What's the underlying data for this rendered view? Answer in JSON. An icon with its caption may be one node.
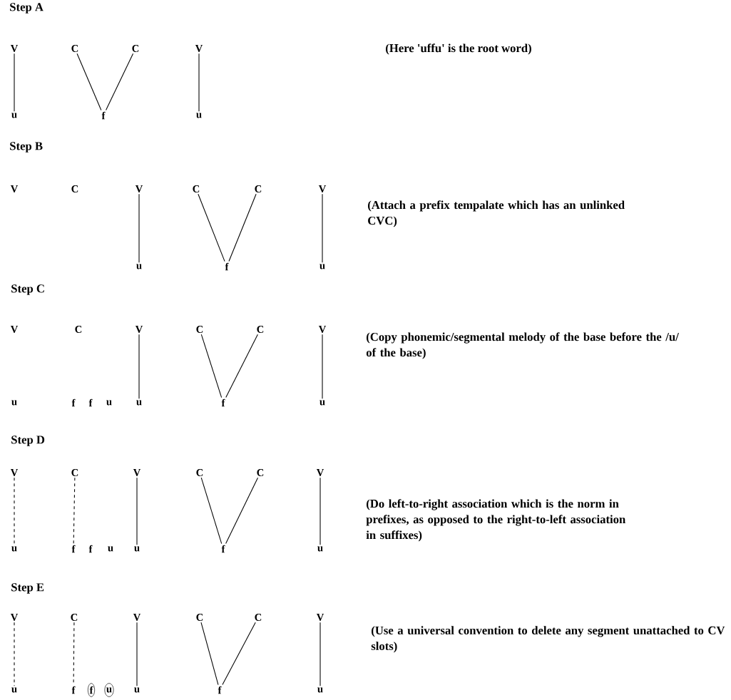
{
  "diagram": {
    "nodes": [
      {
        "text": [
          "V"
        ]
      },
      {
        "text": [
          "u"
        ]
      },
      {
        "text": [
          "C"
        ]
      },
      {
        "text": [
          "C"
        ]
      },
      {
        "text": [
          "f"
        ]
      },
      {
        "text": [
          "V"
        ]
      },
      {
        "text": [
          "u"
        ]
      },
      {
        "text": [
          "V"
        ]
      },
      {
        "text": [
          "C"
        ]
      },
      {
        "text": [
          "V"
        ]
      },
      {
        "text": [
          "u"
        ]
      },
      {
        "text": [
          "C"
        ]
      },
      {
        "text": [
          "C"
        ]
      },
      {
        "text": [
          "f"
        ]
      },
      {
        "text": [
          "V"
        ]
      },
      {
        "text": [
          "u"
        ]
      },
      {
        "text": [
          "V"
        ]
      },
      {
        "text": [
          "u"
        ]
      },
      {
        "text": [
          "C"
        ]
      },
      {
        "text": [
          "f"
        ]
      },
      {
        "text": [
          "f"
        ]
      },
      {
        "text": [
          "u"
        ]
      },
      {
        "text": [
          "V"
        ]
      },
      {
        "text": [
          "u"
        ]
      },
      {
        "text": [
          "C"
        ]
      },
      {
        "text": [
          "C"
        ]
      },
      {
        "text": [
          "f"
        ]
      },
      {
        "text": [
          "V"
        ]
      },
      {
        "text": [
          "u"
        ]
      },
      {
        "text": [
          "V"
        ]
      },
      {
        "text": [
          "u"
        ]
      },
      {
        "text": [
          "C"
        ]
      },
      {
        "text": [
          "f"
        ]
      },
      {
        "text": [
          "f"
        ]
      },
      {
        "text": [
          "u"
        ]
      },
      {
        "text": [
          "V"
        ]
      },
      {
        "text": [
          "u"
        ]
      },
      {
        "text": [
          "C"
        ]
      },
      {
        "text": [
          "C"
        ]
      },
      {
        "text": [
          "f"
        ]
      },
      {
        "text": [
          "V"
        ]
      },
      {
        "text": [
          "u"
        ]
      },
      {
        "text": [
          "V"
        ]
      },
      {
        "text": [
          "u"
        ]
      },
      {
        "text": [
          "C"
        ]
      },
      {
        "text": [
          "f"
        ]
      },
      {
        "text": [
          "f"
        ]
      },
      {
        "text": [
          "u"
        ]
      },
      {
        "text": [
          "V"
        ]
      },
      {
        "text": [
          "u"
        ]
      },
      {
        "text": [
          "C"
        ]
      },
      {
        "text": [
          "C"
        ]
      },
      {
        "text": [
          "f"
        ]
      },
      {
        "text": [
          "V"
        ]
      },
      {
        "text": [
          "u"
        ]
      }
    ],
    "edges": [
      {
        "from": 0,
        "to": 1,
        "arrow": "none"
      },
      {
        "from": 2,
        "to": 4,
        "arrow": "none"
      },
      {
        "from": 3,
        "to": 4,
        "arrow": "none"
      },
      {
        "from": 5,
        "to": 6,
        "arrow": "none"
      },
      {
        "from": 9,
        "to": 10,
        "arrow": "none"
      },
      {
        "from": 11,
        "to": 13,
        "arrow": "none"
      },
      {
        "from": 12,
        "to": 13,
        "arrow": "none"
      },
      {
        "from": 14,
        "to": 15,
        "arrow": "none"
      },
      {
        "from": 22,
        "to": 23,
        "arrow": "none"
      },
      {
        "from": 24,
        "to": 26,
        "arrow": "none"
      },
      {
        "from": 25,
        "to": 26,
        "arrow": "none"
      },
      {
        "from": 27,
        "to": 28,
        "arrow": "none"
      },
      {
        "from": 29,
        "to": 30,
        "arrow": "none",
        "style": "dashed"
      },
      {
        "from": 31,
        "to": 32,
        "arrow": "none",
        "style": "dashed"
      },
      {
        "from": 35,
        "to": 36,
        "arrow": "none"
      },
      {
        "from": 37,
        "to": 39,
        "arrow": "none"
      },
      {
        "from": 38,
        "to": 39,
        "arrow": "none"
      },
      {
        "from": 40,
        "to": 41,
        "arrow": "none"
      },
      {
        "from": 42,
        "to": 43,
        "arrow": "none",
        "style": "dashed"
      },
      {
        "from": 44,
        "to": 45,
        "arrow": "none",
        "style": "dashed"
      },
      {
        "from": 48,
        "to": 49,
        "arrow": "none"
      },
      {
        "from": 50,
        "to": 52,
        "arrow": "none"
      },
      {
        "from": 51,
        "to": 52,
        "arrow": "none"
      },
      {
        "from": 53,
        "to": 54,
        "arrow": "none"
      }
    ],
    "labels": [
      "Step A",
      "(Here 'uffu' is the root word)",
      "Step B",
      "(Attach a prefix tempalate which has an unlinked CVC)",
      "Step C",
      "(Copy phonemic/segmental melody of the base before the /u/ of the base)",
      "Step D",
      "(Do left-to-right association which is the norm in prefixes, as opposed to the right-to-left association in suffixes)",
      "Step E",
      "(Use a universal convention to delete any segment unattached to CV slots)"
    ]
  }
}
